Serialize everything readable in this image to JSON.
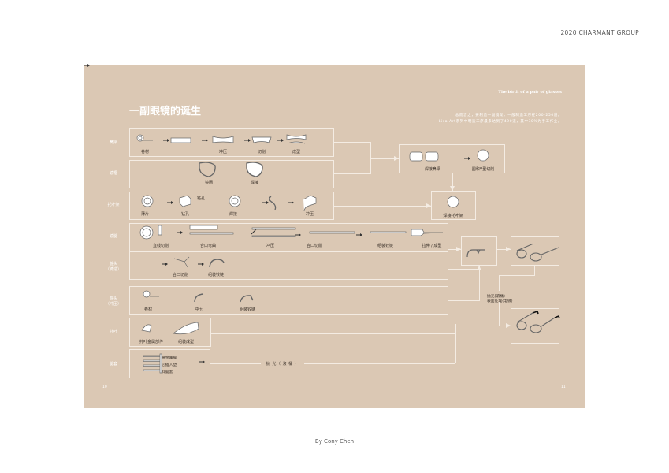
{
  "brand": "2020 CHARMANT GROUP",
  "author": "By Cony Chen",
  "title": "一副眼镜的诞生",
  "subtitle": "The birth of a pair of glasses",
  "intro": [
    "总而言之，要制造一副镜架，一般制造工序在200-250道。",
    "Lisa Art系列中制造工序最多达到了490道，其中30%为手工作业。"
  ],
  "page_left": "10",
  "page_right": "11",
  "rows": [
    {
      "side": "鼻梁",
      "steps": [
        "卷材",
        "冲压",
        "切削",
        "成型"
      ]
    },
    {
      "side": "镜框",
      "steps": [
        "镜圈",
        "焊接"
      ]
    },
    {
      "side": "托叶架",
      "steps": [
        "薄片",
        "钻孔",
        "焊接",
        "冲压"
      ],
      "note": "钻孔"
    },
    {
      "side": "镜腿",
      "steps": [
        "直线切削",
        "合口弯曲",
        "冲压",
        "合口切削",
        "组装铰链",
        "拉伸 / 成型"
      ]
    },
    {
      "side": "桩头\n（铸造）",
      "steps": [
        "合口切削",
        "组装铰链"
      ]
    },
    {
      "side": "桩头\n（冲压）",
      "steps": [
        "卷材",
        "冲压",
        "组装铰链"
      ]
    },
    {
      "side": "托叶",
      "steps": [
        "托叶金属部件",
        "组装成型"
      ]
    },
    {
      "side": "腿套",
      "steps": [
        "将金属脚",
        "芯插入塑",
        "料腿套"
      ]
    }
  ],
  "merge": {
    "bridge_weld": "焊接鼻梁",
    "v_cut": "圆和V型切削",
    "pad_weld": "焊接托叶架"
  },
  "polish_line": "抛 光（ 滚 桶 ）",
  "finish": [
    "抛光(滚桶)",
    "表面处理(电镀)"
  ]
}
